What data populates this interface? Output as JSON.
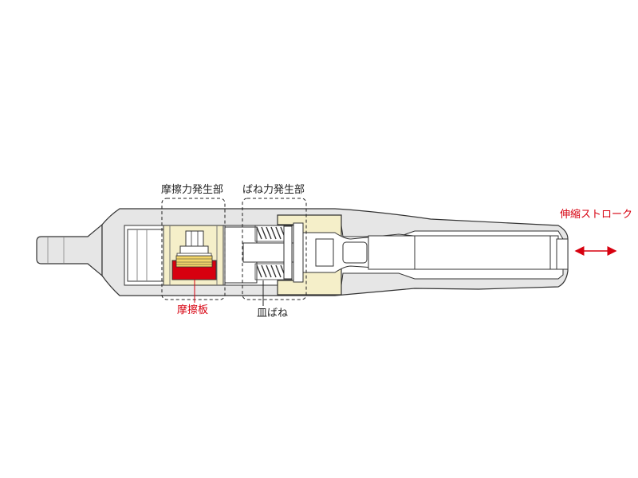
{
  "labels": {
    "friction_section": "摩擦力発生部",
    "spring_section": "ばね力発生部",
    "friction_plate": "摩擦板",
    "disc_spring": "皿ばね",
    "stroke": "伸縮ストローク"
  },
  "colors": {
    "outline": "#333333",
    "body_fill": "#e6e6e6",
    "inner_fill": "#ffffff",
    "friction_housing": "#f5efc9",
    "friction_plate": "#d7000f",
    "spring_housing": "#f5efc9",
    "label_dark": "#222222",
    "label_red": "#d7000f"
  }
}
